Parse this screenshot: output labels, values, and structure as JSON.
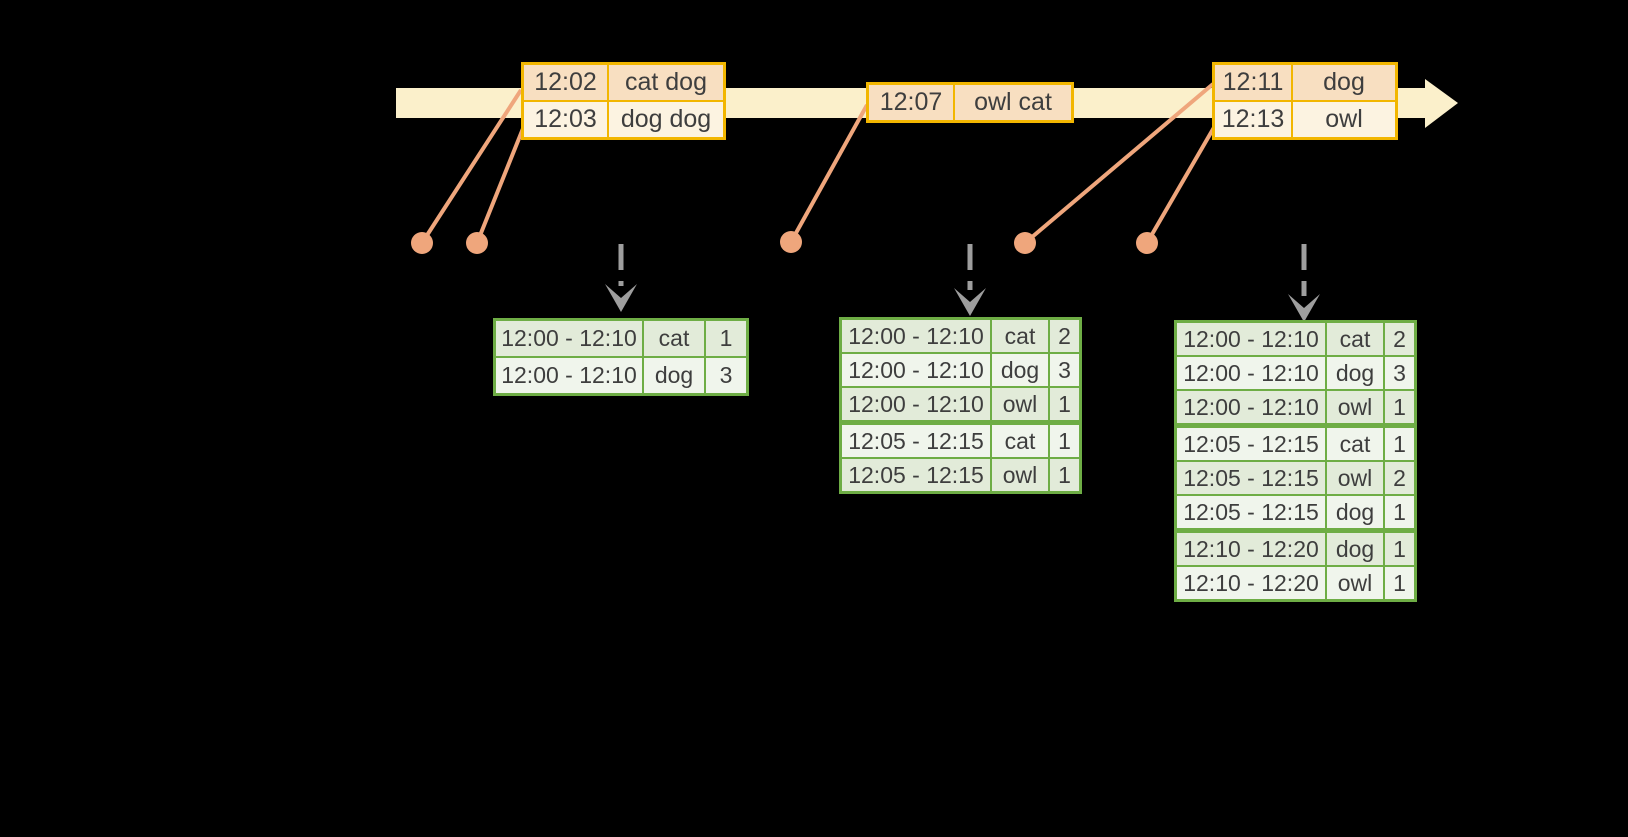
{
  "colors": {
    "background": "#000000",
    "timeline_band": "#FBF0CB",
    "event_table_border": "#F2B600",
    "event_row_peach": "#F8DFC1",
    "event_row_cream": "#FCF3E1",
    "connector_orange": "#EFA67C",
    "result_table_border": "#6EAD45",
    "result_row_dark": "#E2EBD9",
    "result_row_light": "#F0F5EC",
    "trigger_arrow_gray": "#9E9E9E",
    "text": "#3E3E3E"
  },
  "icons": {
    "timeline_arrow": "cream right-pointing arrow band",
    "event_marker": "orange filled circle",
    "connector": "orange diagonal line",
    "trigger_arrow": "gray dashed down arrow with V head"
  },
  "event_tables": [
    {
      "rows": [
        {
          "time": "12:02",
          "words": "cat dog"
        },
        {
          "time": "12:03",
          "words": "dog dog"
        }
      ]
    },
    {
      "rows": [
        {
          "time": "12:07",
          "words": "owl cat"
        }
      ]
    },
    {
      "rows": [
        {
          "time": "12:11",
          "words": "dog"
        },
        {
          "time": "12:13",
          "words": "owl"
        }
      ]
    }
  ],
  "result_tables": [
    {
      "rows": [
        {
          "window": "12:00 - 12:10",
          "word": "cat",
          "count": "1"
        },
        {
          "window": "12:00 - 12:10",
          "word": "dog",
          "count": "3"
        }
      ]
    },
    {
      "rows": [
        {
          "window": "12:00 - 12:10",
          "word": "cat",
          "count": "2"
        },
        {
          "window": "12:00 - 12:10",
          "word": "dog",
          "count": "3"
        },
        {
          "window": "12:00 - 12:10",
          "word": "owl",
          "count": "1"
        },
        {
          "window": "12:05 - 12:15",
          "word": "cat",
          "count": "1"
        },
        {
          "window": "12:05 - 12:15",
          "word": "owl",
          "count": "1"
        }
      ]
    },
    {
      "rows": [
        {
          "window": "12:00 - 12:10",
          "word": "cat",
          "count": "2"
        },
        {
          "window": "12:00 - 12:10",
          "word": "dog",
          "count": "3"
        },
        {
          "window": "12:00 - 12:10",
          "word": "owl",
          "count": "1"
        },
        {
          "window": "12:05 - 12:15",
          "word": "cat",
          "count": "1"
        },
        {
          "window": "12:05 - 12:15",
          "word": "owl",
          "count": "2"
        },
        {
          "window": "12:05 - 12:15",
          "word": "dog",
          "count": "1"
        },
        {
          "window": "12:10 - 12:20",
          "word": "dog",
          "count": "1"
        },
        {
          "window": "12:10 - 12:20",
          "word": "owl",
          "count": "1"
        }
      ]
    }
  ]
}
